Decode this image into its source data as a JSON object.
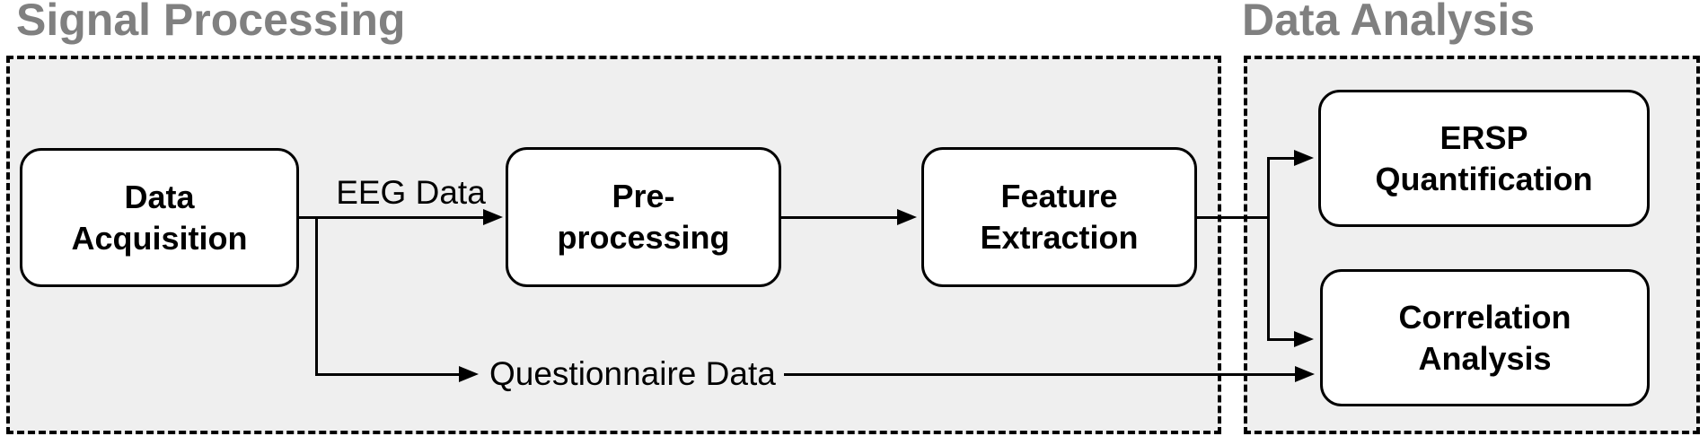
{
  "titles": {
    "signal_processing": "Signal Processing",
    "data_analysis": "Data Analysis"
  },
  "nodes": {
    "data_acquisition": "Data\nAcquisition",
    "preprocessing": "Pre-\nprocessing",
    "feature_extraction": "Feature\nExtraction",
    "ersp_quantification": "ERSP\nQuantification",
    "correlation_analysis": "Correlation\nAnalysis"
  },
  "edge_labels": {
    "eeg": "EEG Data",
    "questionnaire": "Questionnaire Data"
  },
  "colors": {
    "title_gray": "#808080",
    "container_fill": "#efefef",
    "node_fill": "#ffffff",
    "line_black": "#000000"
  }
}
